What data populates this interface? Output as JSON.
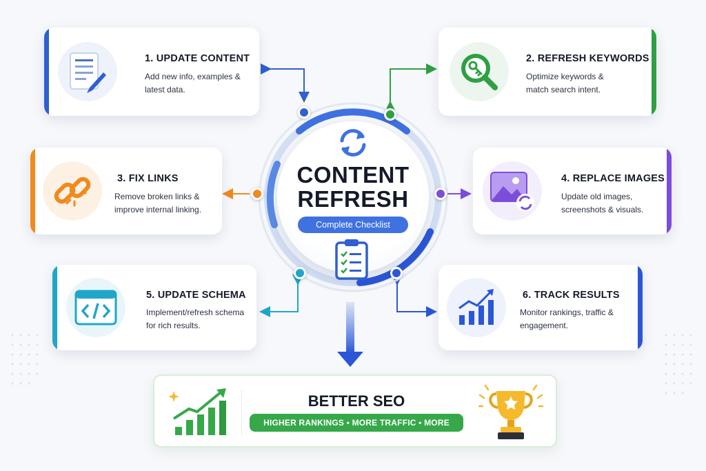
{
  "hub": {
    "title_line1": "CONTENT",
    "title_line2": "REFRESH",
    "subtitle": "Complete Checklist",
    "icons": [
      "refresh-icon",
      "clipboard-checklist-icon"
    ]
  },
  "steps": [
    {
      "title": "1.  UPDATE CONTENT",
      "desc_line1": "Add new info, examples &",
      "desc_line2": "latest data.",
      "icon": "document-pencil-icon",
      "color": "#2f5fd0"
    },
    {
      "title": "2.  REFRESH KEYWORDS",
      "desc_line1": "Optimize keywords &",
      "desc_line2": "match search intent.",
      "icon": "magnifier-key-icon",
      "color": "#2ea043"
    },
    {
      "title": "3.  FIX LINKS",
      "desc_line1": "Remove broken links &",
      "desc_line2": "improve internal linking.",
      "icon": "chain-link-icon",
      "color": "#f08a1c"
    },
    {
      "title": "4.  REPLACE IMAGES",
      "desc_line1": "Update old images,",
      "desc_line2": "screenshots & visuals.",
      "icon": "image-refresh-icon",
      "color": "#7c4ddb"
    },
    {
      "title": "5.  UPDATE SCHEMA",
      "desc_line1": "Implement/refresh schema",
      "desc_line2": "for rich results.",
      "icon": "code-window-icon",
      "color": "#1fa6c9"
    },
    {
      "title": "6.  TRACK RESULTS",
      "desc_line1": "Monitor rankings, traffic &",
      "desc_line2": "engagement.",
      "icon": "chart-trend-icon",
      "color": "#2b56d8"
    }
  ],
  "result": {
    "title": "BETTER SEO",
    "benefits": "HIGHER RANKINGS • MORE TRAFFIC • MORE SALES",
    "icons": [
      "growth-chart-icon",
      "trophy-icon"
    ],
    "color": "#36a84a"
  }
}
